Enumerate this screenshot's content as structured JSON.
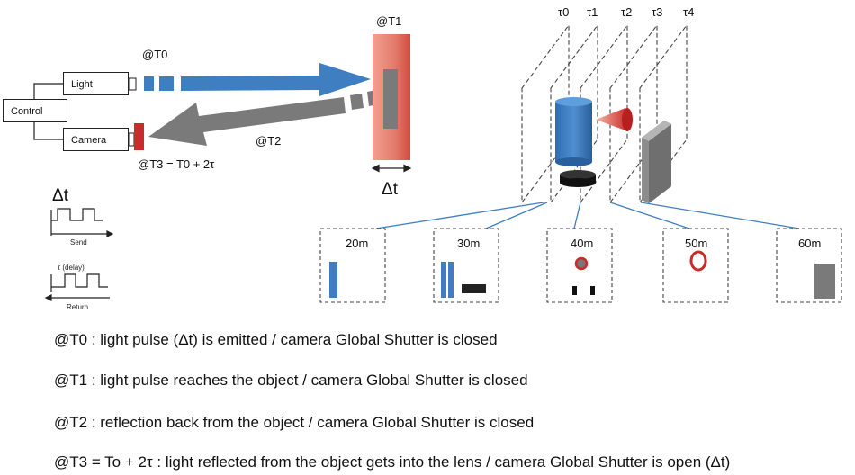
{
  "boxes": {
    "control": "Control",
    "light": "Light",
    "camera": "Camera"
  },
  "markers": {
    "t0": "@T0",
    "t1": "@T1",
    "t2": "@T2",
    "t3": "@T3 = T0 + 2τ"
  },
  "delta_t": "Δt",
  "timing": {
    "delta_t": "Δt",
    "send": "Send",
    "tau_delay": "τ (delay)",
    "return": "Return"
  },
  "tau_labels": [
    "τ0",
    "τ1",
    "τ2",
    "τ3",
    "τ4"
  ],
  "distances": [
    "20m",
    "30m",
    "40m",
    "50m",
    "60m"
  ],
  "descriptions": [
    "@T0 : light pulse (Δt) is emitted / camera Global Shutter is closed",
    "@T1 : light pulse reaches the object / camera Global Shutter is closed",
    "@T2 : reflection back from the object / camera Global Shutter is closed",
    "@T3 = To + 2τ : light reflected from the object gets into the lens / camera Global Shutter is open (Δt)"
  ],
  "colors": {
    "blue": "#3f7fc1",
    "gray": "#7a7a7a",
    "red": "#c92a2a",
    "salmon": "#e87a6c"
  }
}
